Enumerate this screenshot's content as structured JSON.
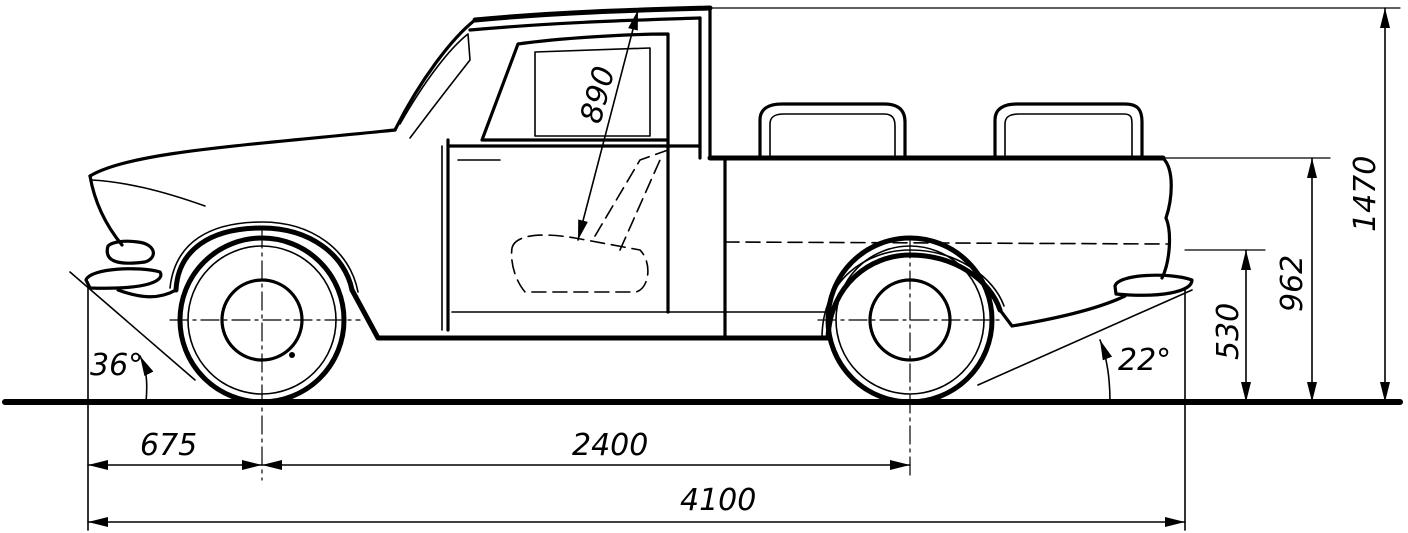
{
  "dimensions": {
    "front_overhang": "675",
    "wheelbase": "2400",
    "overall_length": "4100",
    "seat_reach": "890",
    "rear_axle_height": "530",
    "body_height": "962",
    "overall_height": "1470"
  },
  "angles": {
    "approach": "36°",
    "departure": "22°"
  }
}
